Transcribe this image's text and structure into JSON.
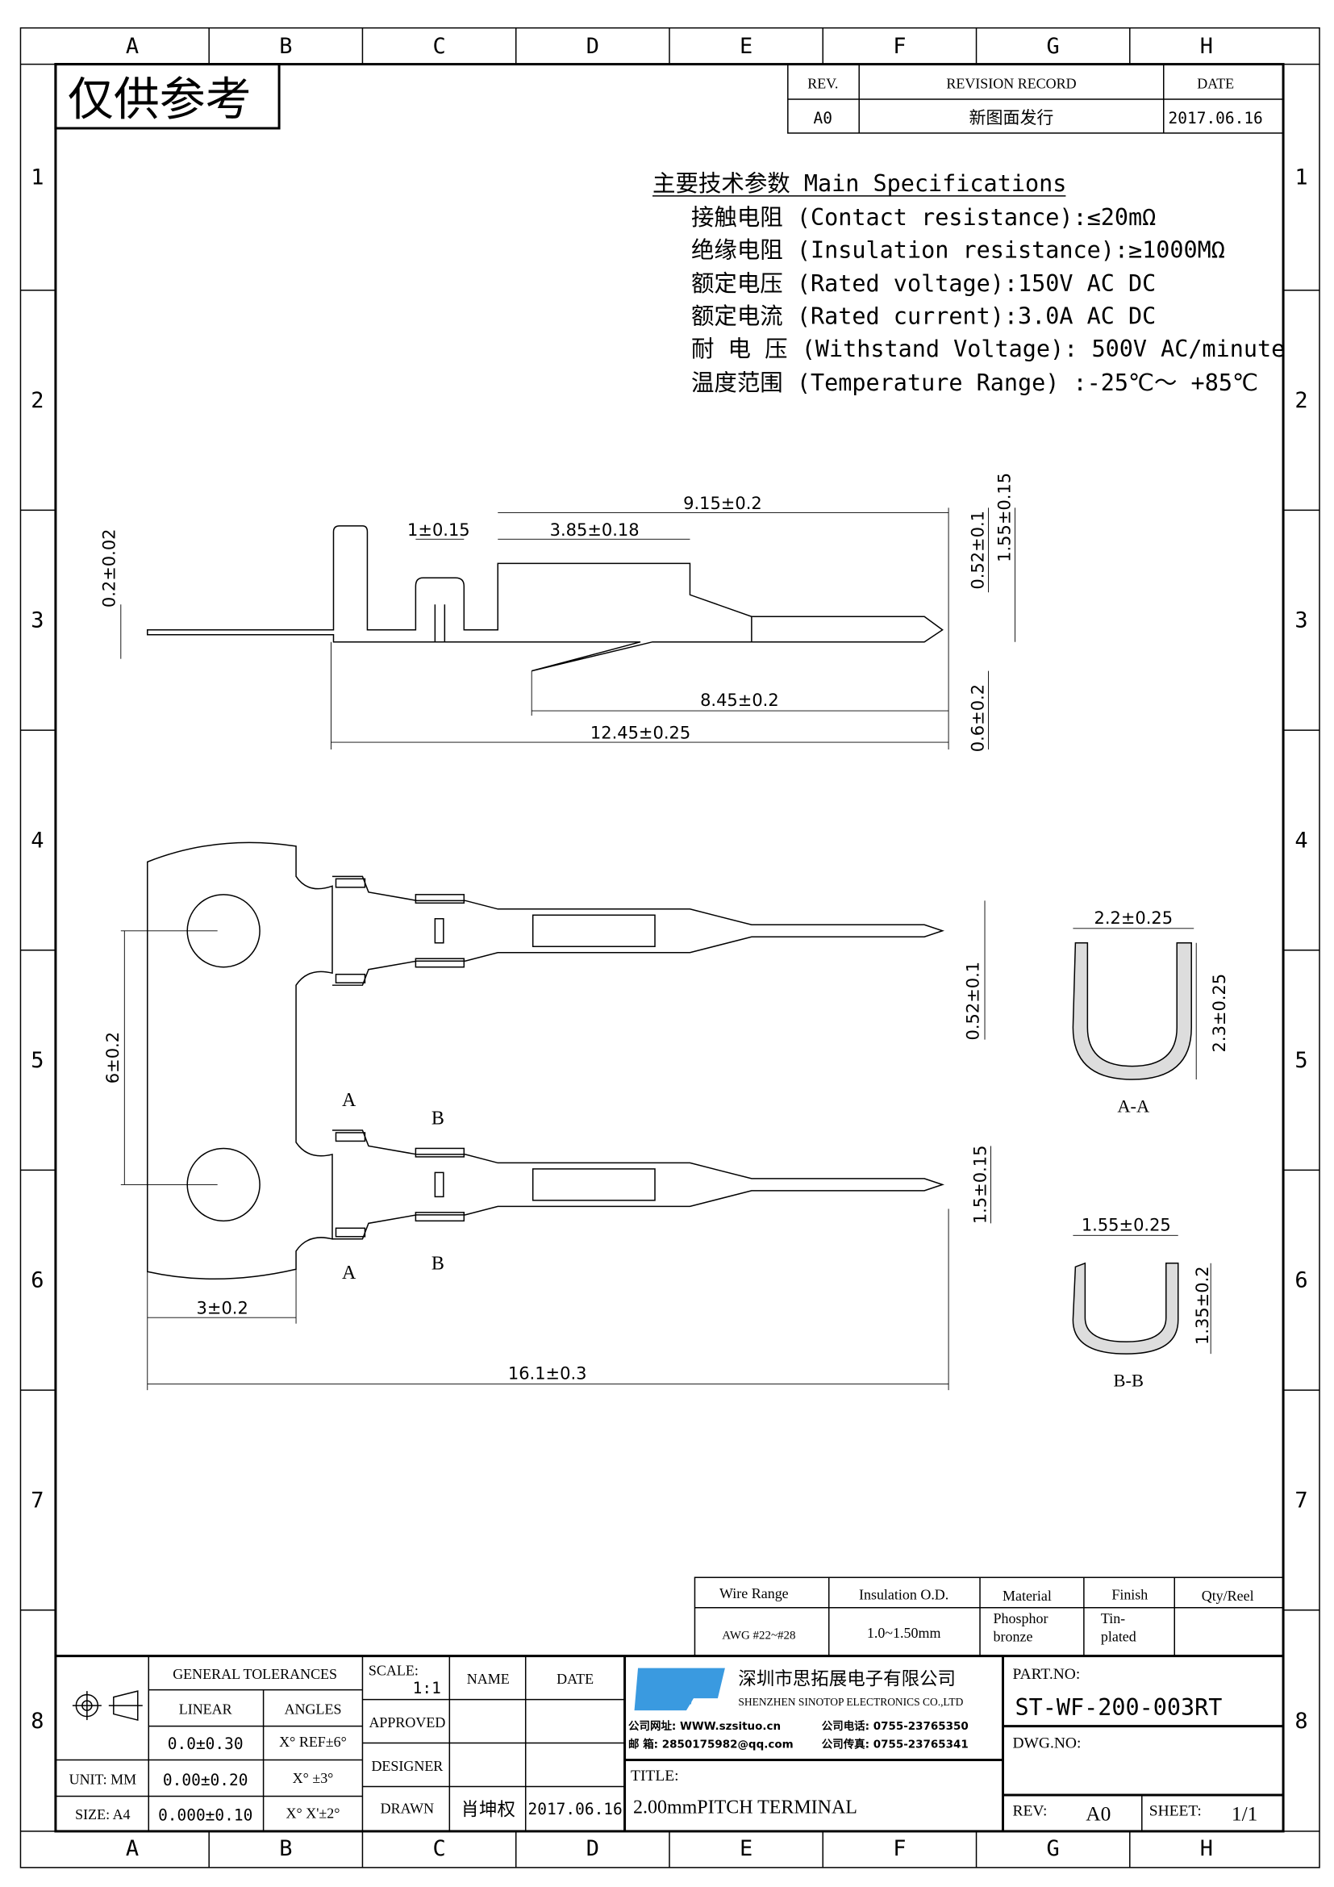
{
  "watermark": "仅供参考",
  "columns": [
    "A",
    "B",
    "C",
    "D",
    "E",
    "F",
    "G",
    "H"
  ],
  "rows": [
    "1",
    "2",
    "3",
    "4",
    "5",
    "6",
    "7",
    "8"
  ],
  "revision": {
    "rev_label": "REV.",
    "record_label": "REVISION RECORD",
    "date_label": "DATE",
    "rev": "A0",
    "record": "新图面发行",
    "date": "2017.06.16"
  },
  "specs": {
    "title": "主要技术参数 Main Specifications",
    "items": [
      "接触电阻 (Contact resistance):≤20mΩ",
      "绝缘电阻 (Insulation resistance):≥1000MΩ",
      "额定电压 (Rated voltage):150V AC DC",
      "额定电流 (Rated current):3.0A AC DC",
      "耐 电 压 (Withstand Voltage): 500V AC/minute",
      "温度范围 (Temperature Range) :-25℃～ +85℃"
    ]
  },
  "dims": {
    "d915": "9.15±0.2",
    "d1": "1±0.15",
    "d385": "3.85±0.18",
    "d02": "0.2±0.02",
    "d052": "0.52±0.1",
    "d155": "1.55±0.15",
    "d845": "8.45±0.2",
    "d1245": "12.45±0.25",
    "d06": "0.6±0.2",
    "d6": "6±0.2",
    "d052b": "0.52±0.1",
    "d15": "1.5±0.15",
    "d3": "3±0.2",
    "d161": "16.1±0.3",
    "d22": "2.2±0.25",
    "d23": "2.3±0.25",
    "d155b": "1.55±0.25",
    "d135": "1.35±0.2",
    "secA": "A",
    "secB": "B",
    "viewAA": "A-A",
    "viewBB": "B-B"
  },
  "material_table": {
    "headers": [
      "Wire Range",
      "Insulation O.D.",
      "Material",
      "Finish",
      "Qty/Reel"
    ],
    "values": [
      "AWG #22~#28",
      "1.0~1.50mm",
      "Phosphor bronze",
      "Tin-plated",
      ""
    ]
  },
  "title_block": {
    "general_tolerances": "GENERAL TOLERANCES",
    "linear": "LINEAR",
    "angles": "ANGLES",
    "tol": [
      [
        "0.0±0.30",
        "X° REF±6°"
      ],
      [
        "0.00±0.20",
        "X° ±3°"
      ],
      [
        "0.000±0.10",
        "X° X'±2°"
      ]
    ],
    "unit": "UNIT: MM",
    "size": "SIZE: A4",
    "scale_label": "SCALE:",
    "scale": "1:1",
    "name_label": "NAME",
    "date_label": "DATE",
    "approved": "APPROVED",
    "designer": "DESIGNER",
    "drawn": "DRAWN",
    "drawn_name": "肖坤权",
    "drawn_date": "2017.06.16",
    "logo": "STP",
    "company_cn": "深圳市思拓展电子有限公司",
    "company_en": "SHENZHEN SINOTOP ELECTRONICS CO.,LTD",
    "web": "公司网址: WWW.szsituo.cn",
    "tel": "公司电话: 0755-23765350",
    "mail": "邮    箱: 2850175982@qq.com",
    "fax": "公司传真: 0755-23765341",
    "title_label": "TITLE:",
    "title": "2.00mmPITCH TERMINAL",
    "part_label": "PART.NO:",
    "part": "ST-WF-200-003RT",
    "dwg_label": "DWG.NO:",
    "rev_label": "REV:",
    "rev": "A0",
    "sheet_label": "SHEET:",
    "sheet": "1/1"
  }
}
